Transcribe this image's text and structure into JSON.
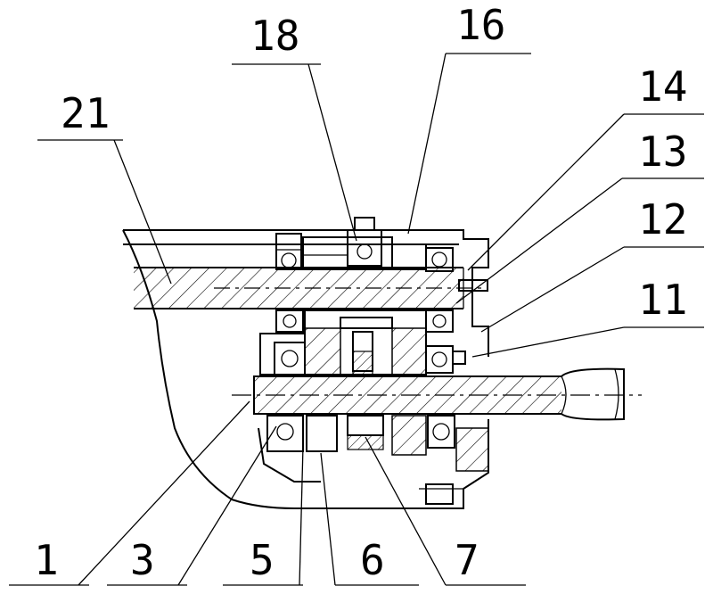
{
  "callouts": [
    {
      "id": "c18",
      "label": "18"
    },
    {
      "id": "c16",
      "label": "16"
    },
    {
      "id": "c21",
      "label": "21"
    },
    {
      "id": "c14",
      "label": "14"
    },
    {
      "id": "c13",
      "label": "13"
    },
    {
      "id": "c12",
      "label": "12"
    },
    {
      "id": "c11",
      "label": "11"
    },
    {
      "id": "c1",
      "label": "1"
    },
    {
      "id": "c3",
      "label": "3"
    },
    {
      "id": "c5",
      "label": "5"
    },
    {
      "id": "c6",
      "label": "6"
    },
    {
      "id": "c7",
      "label": "7"
    }
  ]
}
